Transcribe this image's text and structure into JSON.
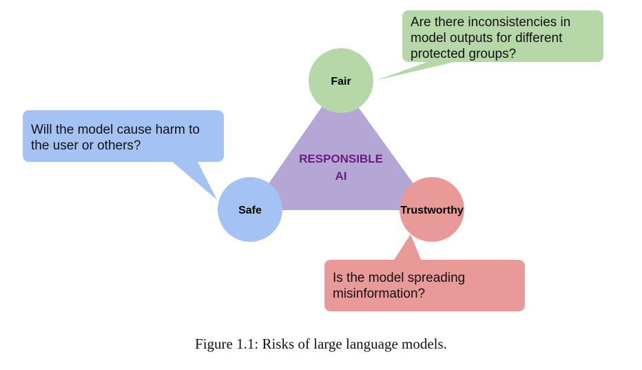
{
  "center": {
    "line1": "RESPONSIBLE",
    "line2": "AI"
  },
  "nodes": {
    "fair": "Fair",
    "safe": "Safe",
    "trustworthy": "Trustworthy"
  },
  "callouts": {
    "fair": "Are there inconsistencies in model outputs for different protected groups?",
    "safe": "Will the model cause harm to the user or others?",
    "trustworthy": "Is the model spreading misinformation?"
  },
  "caption": "Figure 1.1: Risks of large language models.",
  "colors": {
    "triangle": "#b4a7d6",
    "center_text": "#6a1b7e",
    "fair": "#b6d7a8",
    "safe": "#a4c2f4",
    "trustworthy": "#ea9999"
  }
}
